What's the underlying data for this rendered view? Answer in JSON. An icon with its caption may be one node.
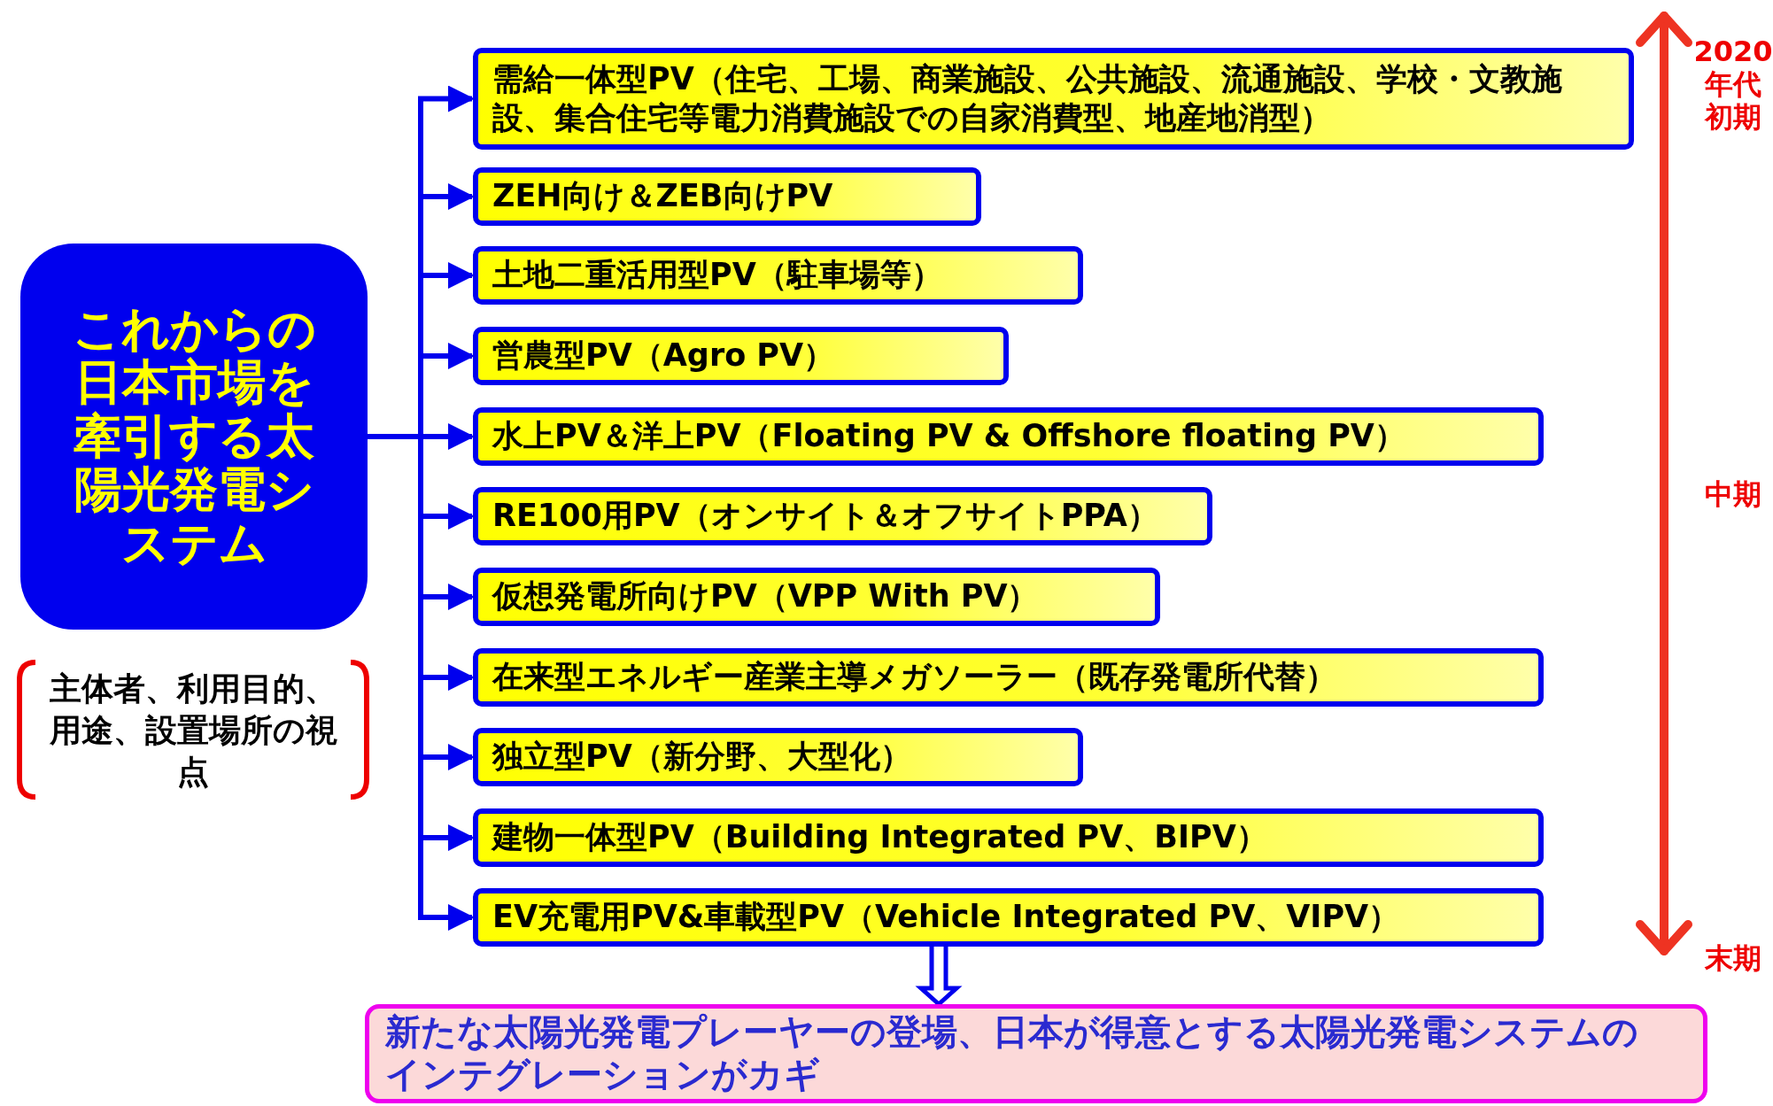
{
  "diagram": {
    "nodes": [
      {
        "text": [
          "これからの日本市場を牽引する太陽光発電システム"
        ]
      },
      {
        "text": [
          "需給一体型PV（住宅、工場、商業施設、公共施設、流通施設、学校・文教施設、集合住宅等電力消費施設での自家消費型、地産地消型）"
        ]
      },
      {
        "text": [
          "ZEH向け＆ZEB向けPV"
        ]
      },
      {
        "text": [
          "土地二重活用型PV（駐車場等）"
        ]
      },
      {
        "text": [
          "営農型PV（Agro PV）"
        ]
      },
      {
        "text": [
          "水上PV＆洋上PV（Floating PV & Offshore floating PV）"
        ]
      },
      {
        "text": [
          "RE100用PV（オンサイト＆オフサイトPPA）"
        ]
      },
      {
        "text": [
          "仮想発電所向けPV（VPP With PV）"
        ]
      },
      {
        "text": [
          "在来型エネルギー産業主導メガソーラー（既存発電所代替）"
        ]
      },
      {
        "text": [
          "独立型PV（新分野、大型化）"
        ]
      },
      {
        "text": [
          "建物一体型PV（Building Integrated PV、BIPV）"
        ]
      },
      {
        "text": [
          "EV充電用PV&車載型PV（Vehicle Integrated PV、VIPV）"
        ]
      },
      {
        "text": [
          "新たな太陽光発電プレーヤーの登場、日本が得意とする太陽光発電システムのインテグレーションがカギ"
        ]
      }
    ],
    "edges": [
      {
        "from": 0,
        "to": 1,
        "arrow": "to"
      },
      {
        "from": 0,
        "to": 2,
        "arrow": "to"
      },
      {
        "from": 0,
        "to": 3,
        "arrow": "to"
      },
      {
        "from": 0,
        "to": 4,
        "arrow": "to"
      },
      {
        "from": 0,
        "to": 5,
        "arrow": "to"
      },
      {
        "from": 0,
        "to": 6,
        "arrow": "to"
      },
      {
        "from": 0,
        "to": 7,
        "arrow": "to"
      },
      {
        "from": 0,
        "to": 8,
        "arrow": "to"
      },
      {
        "from": 0,
        "to": 9,
        "arrow": "to"
      },
      {
        "from": 0,
        "to": 10,
        "arrow": "to"
      },
      {
        "from": 0,
        "to": 11,
        "arrow": "to"
      },
      {
        "from": 11,
        "to": 12,
        "arrow": "to",
        "style": "thick"
      }
    ],
    "labels": [
      "主体者、利用目的、用途、設置場所の視点",
      "2020年代初期",
      "中期",
      "末期"
    ]
  }
}
